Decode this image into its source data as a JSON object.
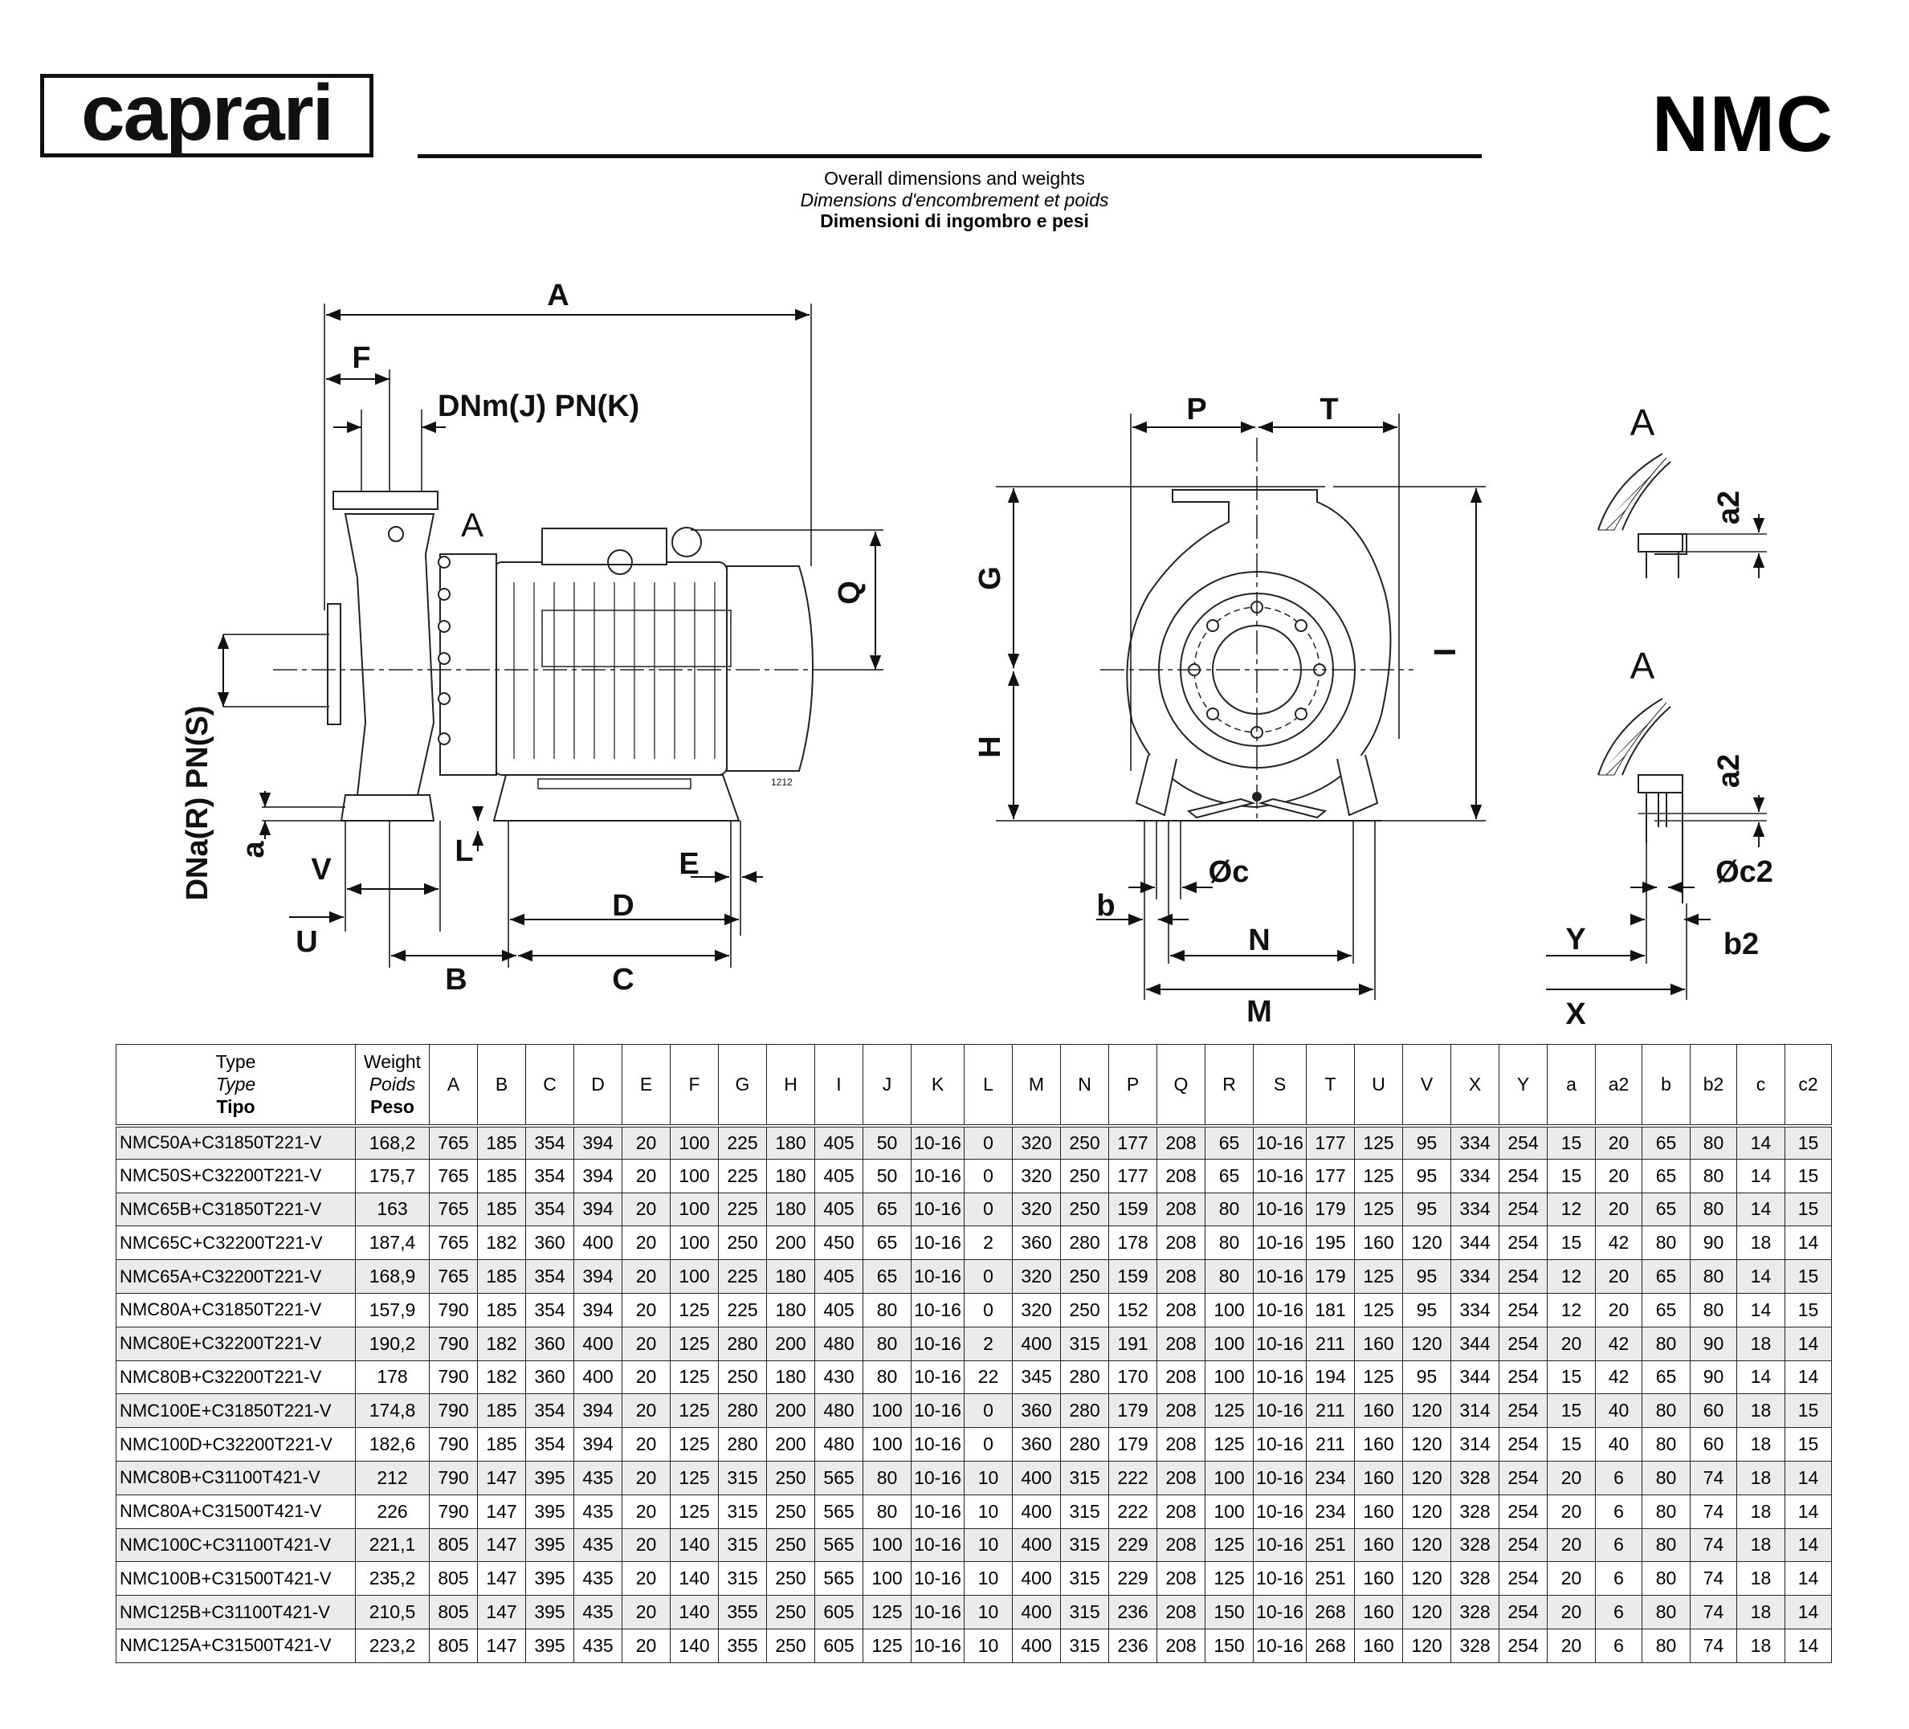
{
  "brand": {
    "logo_text": "caprari"
  },
  "series": "NMC",
  "titles": {
    "en": "Overall dimensions and weights",
    "fr": "Dimensions d'encombrement et poids",
    "it": "Dimensioni di ingombro e pesi"
  },
  "drawing_labels": {
    "A": "A",
    "F": "F",
    "dnm": "DNm(J) PN(K)",
    "detail_a": "A",
    "Q": "Q",
    "a": "a",
    "dna": "DNa(R) PN(S)",
    "V": "V",
    "U": "U",
    "L": "L",
    "E": "E",
    "D": "D",
    "B": "B",
    "C": "C",
    "P": "P",
    "T": "T",
    "G": "G",
    "H": "H",
    "I": "I",
    "b": "b",
    "oc": "Øc",
    "N": "N",
    "M": "M",
    "A1": "A",
    "a2_1": "a2",
    "A2": "A",
    "a2_2": "a2",
    "oc2": "Øc2",
    "Y": "Y",
    "b2": "b2",
    "X": "X",
    "part_no": "1212"
  },
  "table": {
    "header": {
      "type": [
        "Type",
        "Type",
        "Tipo"
      ],
      "weight": [
        "Weight",
        "Poids",
        "Peso"
      ],
      "columns": [
        "A",
        "B",
        "C",
        "D",
        "E",
        "F",
        "G",
        "H",
        "I",
        "J",
        "K",
        "L",
        "M",
        "N",
        "P",
        "Q",
        "R",
        "S",
        "T",
        "U",
        "V",
        "X",
        "Y",
        "a",
        "a2",
        "b",
        "b2",
        "c",
        "c2"
      ]
    },
    "rows": [
      [
        "NMC50A+C31850T221-V",
        "168,2",
        "765",
        "185",
        "354",
        "394",
        "20",
        "100",
        "225",
        "180",
        "405",
        "50",
        "10-16",
        "0",
        "320",
        "250",
        "177",
        "208",
        "65",
        "10-16",
        "177",
        "125",
        "95",
        "334",
        "254",
        "15",
        "20",
        "65",
        "80",
        "14",
        "15"
      ],
      [
        "NMC50S+C32200T221-V",
        "175,7",
        "765",
        "185",
        "354",
        "394",
        "20",
        "100",
        "225",
        "180",
        "405",
        "50",
        "10-16",
        "0",
        "320",
        "250",
        "177",
        "208",
        "65",
        "10-16",
        "177",
        "125",
        "95",
        "334",
        "254",
        "15",
        "20",
        "65",
        "80",
        "14",
        "15"
      ],
      [
        "NMC65B+C31850T221-V",
        "163",
        "765",
        "185",
        "354",
        "394",
        "20",
        "100",
        "225",
        "180",
        "405",
        "65",
        "10-16",
        "0",
        "320",
        "250",
        "159",
        "208",
        "80",
        "10-16",
        "179",
        "125",
        "95",
        "334",
        "254",
        "12",
        "20",
        "65",
        "80",
        "14",
        "15"
      ],
      [
        "NMC65C+C32200T221-V",
        "187,4",
        "765",
        "182",
        "360",
        "400",
        "20",
        "100",
        "250",
        "200",
        "450",
        "65",
        "10-16",
        "2",
        "360",
        "280",
        "178",
        "208",
        "80",
        "10-16",
        "195",
        "160",
        "120",
        "344",
        "254",
        "15",
        "42",
        "80",
        "90",
        "18",
        "14"
      ],
      [
        "NMC65A+C32200T221-V",
        "168,9",
        "765",
        "185",
        "354",
        "394",
        "20",
        "100",
        "225",
        "180",
        "405",
        "65",
        "10-16",
        "0",
        "320",
        "250",
        "159",
        "208",
        "80",
        "10-16",
        "179",
        "125",
        "95",
        "334",
        "254",
        "12",
        "20",
        "65",
        "80",
        "14",
        "15"
      ],
      [
        "NMC80A+C31850T221-V",
        "157,9",
        "790",
        "185",
        "354",
        "394",
        "20",
        "125",
        "225",
        "180",
        "405",
        "80",
        "10-16",
        "0",
        "320",
        "250",
        "152",
        "208",
        "100",
        "10-16",
        "181",
        "125",
        "95",
        "334",
        "254",
        "12",
        "20",
        "65",
        "80",
        "14",
        "15"
      ],
      [
        "NMC80E+C32200T221-V",
        "190,2",
        "790",
        "182",
        "360",
        "400",
        "20",
        "125",
        "280",
        "200",
        "480",
        "80",
        "10-16",
        "2",
        "400",
        "315",
        "191",
        "208",
        "100",
        "10-16",
        "211",
        "160",
        "120",
        "344",
        "254",
        "20",
        "42",
        "80",
        "90",
        "18",
        "14"
      ],
      [
        "NMC80B+C32200T221-V",
        "178",
        "790",
        "182",
        "360",
        "400",
        "20",
        "125",
        "250",
        "180",
        "430",
        "80",
        "10-16",
        "22",
        "345",
        "280",
        "170",
        "208",
        "100",
        "10-16",
        "194",
        "125",
        "95",
        "344",
        "254",
        "15",
        "42",
        "65",
        "90",
        "14",
        "14"
      ],
      [
        "NMC100E+C31850T221-V",
        "174,8",
        "790",
        "185",
        "354",
        "394",
        "20",
        "125",
        "280",
        "200",
        "480",
        "100",
        "10-16",
        "0",
        "360",
        "280",
        "179",
        "208",
        "125",
        "10-16",
        "211",
        "160",
        "120",
        "314",
        "254",
        "15",
        "40",
        "80",
        "60",
        "18",
        "15"
      ],
      [
        "NMC100D+C32200T221-V",
        "182,6",
        "790",
        "185",
        "354",
        "394",
        "20",
        "125",
        "280",
        "200",
        "480",
        "100",
        "10-16",
        "0",
        "360",
        "280",
        "179",
        "208",
        "125",
        "10-16",
        "211",
        "160",
        "120",
        "314",
        "254",
        "15",
        "40",
        "80",
        "60",
        "18",
        "15"
      ],
      [
        "NMC80B+C31100T421-V",
        "212",
        "790",
        "147",
        "395",
        "435",
        "20",
        "125",
        "315",
        "250",
        "565",
        "80",
        "10-16",
        "10",
        "400",
        "315",
        "222",
        "208",
        "100",
        "10-16",
        "234",
        "160",
        "120",
        "328",
        "254",
        "20",
        "6",
        "80",
        "74",
        "18",
        "14"
      ],
      [
        "NMC80A+C31500T421-V",
        "226",
        "790",
        "147",
        "395",
        "435",
        "20",
        "125",
        "315",
        "250",
        "565",
        "80",
        "10-16",
        "10",
        "400",
        "315",
        "222",
        "208",
        "100",
        "10-16",
        "234",
        "160",
        "120",
        "328",
        "254",
        "20",
        "6",
        "80",
        "74",
        "18",
        "14"
      ],
      [
        "NMC100C+C31100T421-V",
        "221,1",
        "805",
        "147",
        "395",
        "435",
        "20",
        "140",
        "315",
        "250",
        "565",
        "100",
        "10-16",
        "10",
        "400",
        "315",
        "229",
        "208",
        "125",
        "10-16",
        "251",
        "160",
        "120",
        "328",
        "254",
        "20",
        "6",
        "80",
        "74",
        "18",
        "14"
      ],
      [
        "NMC100B+C31500T421-V",
        "235,2",
        "805",
        "147",
        "395",
        "435",
        "20",
        "140",
        "315",
        "250",
        "565",
        "100",
        "10-16",
        "10",
        "400",
        "315",
        "229",
        "208",
        "125",
        "10-16",
        "251",
        "160",
        "120",
        "328",
        "254",
        "20",
        "6",
        "80",
        "74",
        "18",
        "14"
      ],
      [
        "NMC125B+C31100T421-V",
        "210,5",
        "805",
        "147",
        "395",
        "435",
        "20",
        "140",
        "355",
        "250",
        "605",
        "125",
        "10-16",
        "10",
        "400",
        "315",
        "236",
        "208",
        "150",
        "10-16",
        "268",
        "160",
        "120",
        "328",
        "254",
        "20",
        "6",
        "80",
        "74",
        "18",
        "14"
      ],
      [
        "NMC125A+C31500T421-V",
        "223,2",
        "805",
        "147",
        "395",
        "435",
        "20",
        "140",
        "355",
        "250",
        "605",
        "125",
        "10-16",
        "10",
        "400",
        "315",
        "236",
        "208",
        "150",
        "10-16",
        "268",
        "160",
        "120",
        "328",
        "254",
        "20",
        "6",
        "80",
        "74",
        "18",
        "14"
      ]
    ]
  }
}
